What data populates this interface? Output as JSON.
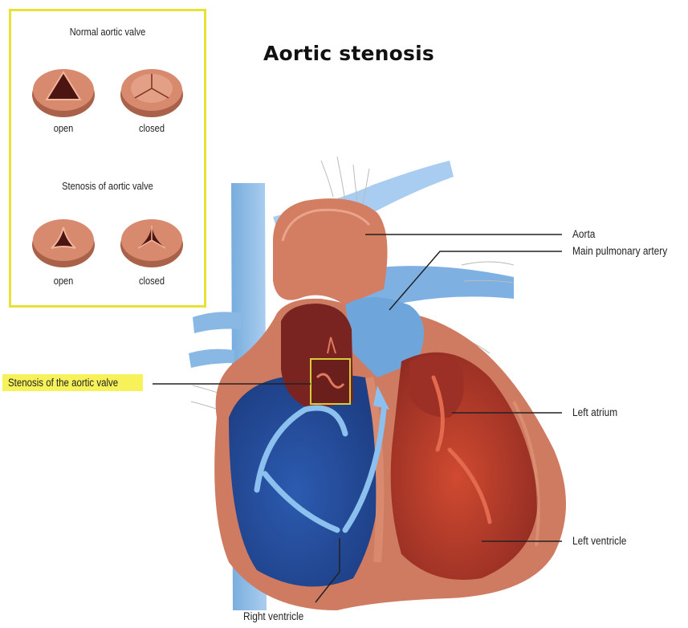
{
  "title": "Aortic stenosis",
  "inset": {
    "normal_heading": "Normal aortic valve",
    "stenosis_heading": "Stenosis of aortic valve",
    "normal_open": "open",
    "normal_closed": "closed",
    "stenosis_open": "open",
    "stenosis_closed": "closed"
  },
  "labels": {
    "aorta": "Aorta",
    "main_pulmonary_artery": "Main pulmonary artery",
    "stenosis_of_aortic_valve": "Stenosis of the aortic valve",
    "left_atrium": "Left atrium",
    "left_ventricle": "Left ventricle",
    "right_ventricle": "Right ventricle"
  },
  "colors": {
    "highlight": "#f7f25a",
    "inset_border": "#e8e236",
    "heart_muscle": "#d9826a",
    "vein_blue": "#7ab0e0",
    "deoxygenated_blue": "#2e5aa8",
    "oxygenated_red": "#b8402c"
  }
}
